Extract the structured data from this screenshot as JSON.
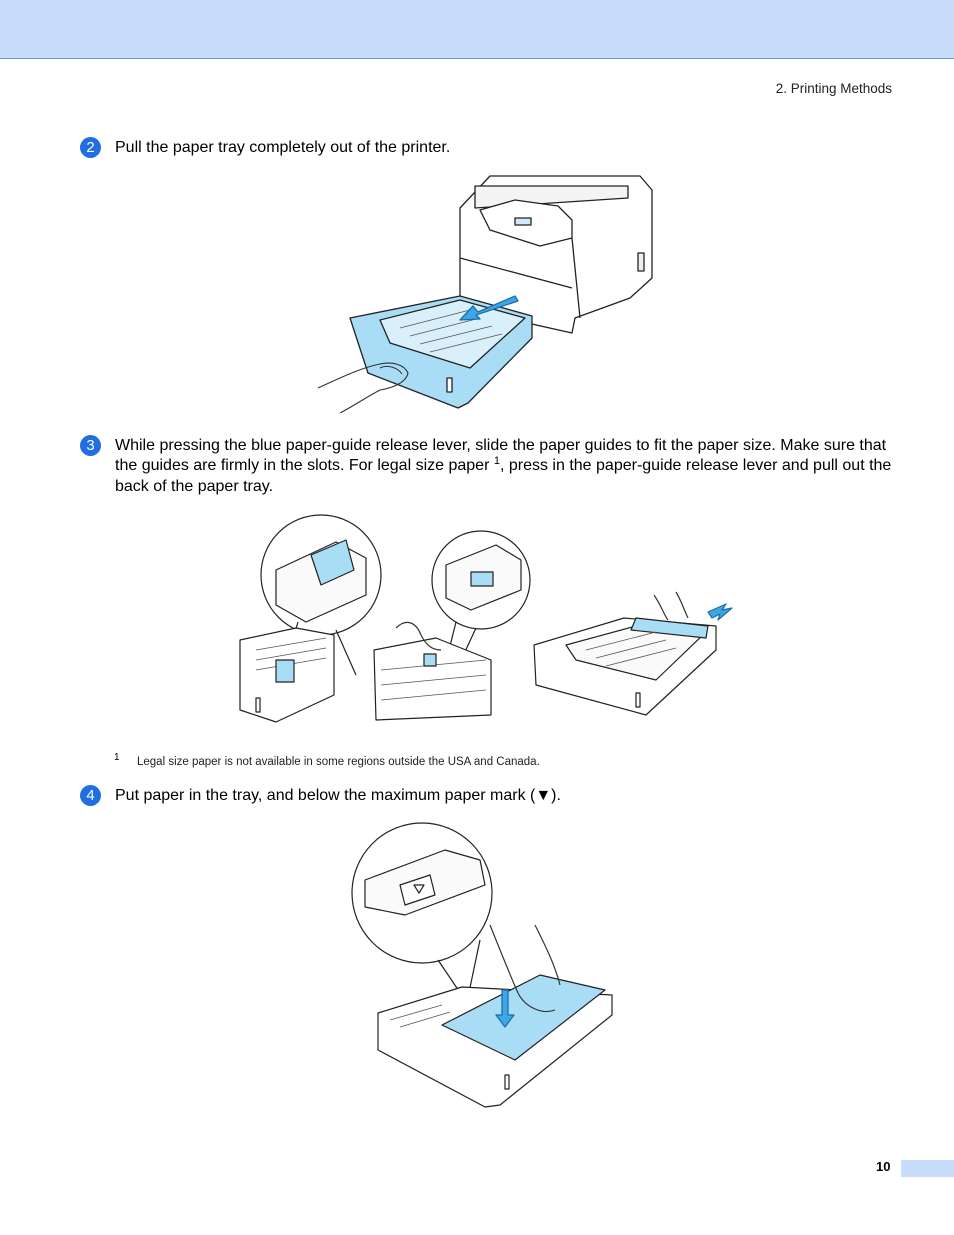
{
  "header": {
    "section": "2. Printing Methods"
  },
  "steps": [
    {
      "number": "2",
      "text": "Pull the paper tray completely out of the printer."
    },
    {
      "number": "3",
      "text_a": "While pressing the blue paper-guide release lever, slide the paper guides to fit the paper size. Make sure that the guides are firmly in the slots. For legal size paper ",
      "footnote_ref": "1",
      "text_b": ", press in the paper-guide release lever and pull out the back of the paper tray."
    },
    {
      "number": "4",
      "text": "Put paper in the tray, and below the maximum paper mark (▼)."
    }
  ],
  "footnote": {
    "mark": "1",
    "text": "Legal size paper is not available in some regions outside the USA and Canada."
  },
  "footer": {
    "page_number": "10"
  },
  "colors": {
    "accent_blue": "#1f6fe0",
    "band": "#c8dcfb",
    "highlight": "#a9dcf5"
  },
  "icons": [
    "printer-illustration",
    "paper-tray-illustration",
    "hand-illustration",
    "arrow-icon",
    "max-paper-mark-icon"
  ]
}
